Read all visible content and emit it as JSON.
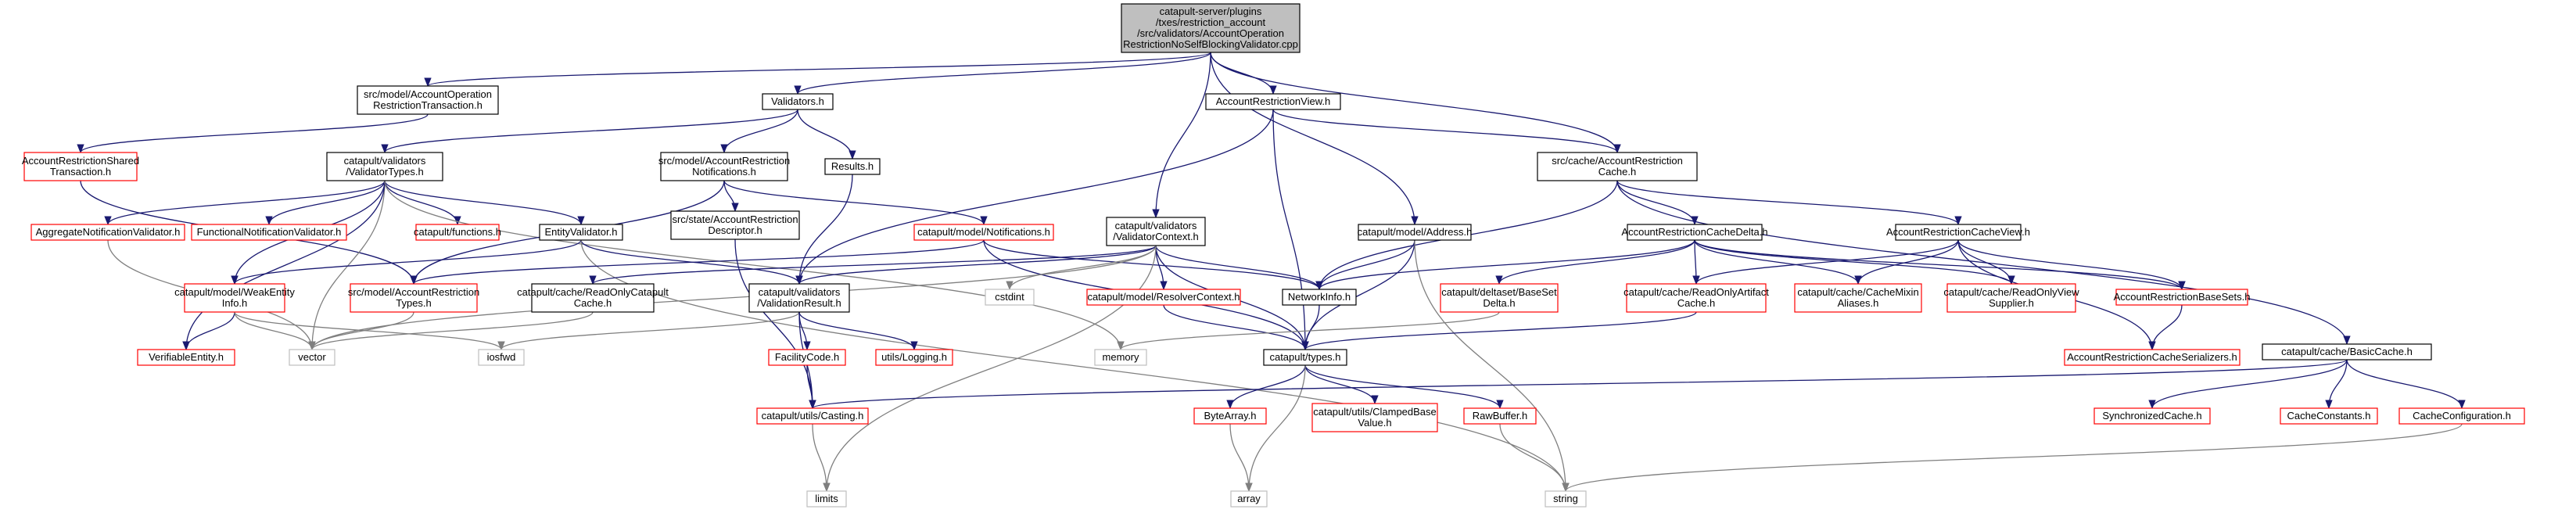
{
  "colors": {
    "edge": "#191970",
    "edge_gray": "#7f7f7f",
    "root_fill": "#bfbfbf",
    "border_black": "#000000",
    "border_red": "#ff0000",
    "border_gray": "#bfbfbf"
  },
  "nodes": [
    {
      "id": "root",
      "lines": [
        "catapult-server/plugins",
        "/txes/restriction_account",
        "/src/validators/AccountOperation",
        "RestrictionNoSelfBlockingValidator.cpp"
      ],
      "style": "root"
    },
    {
      "id": "accopTxn",
      "lines": [
        "src/model/AccountOperation",
        "RestrictionTransaction.h"
      ],
      "style": "black"
    },
    {
      "id": "validators",
      "lines": [
        "Validators.h"
      ],
      "style": "black"
    },
    {
      "id": "arView",
      "lines": [
        "AccountRestrictionView.h"
      ],
      "style": "black"
    },
    {
      "id": "arCache",
      "lines": [
        "src/cache/AccountRestriction",
        "Cache.h"
      ],
      "style": "black"
    },
    {
      "id": "arSharedTxn",
      "lines": [
        "AccountRestrictionShared",
        "Transaction.h"
      ],
      "style": "red"
    },
    {
      "id": "validatorTypes",
      "lines": [
        "catapult/validators",
        "/ValidatorTypes.h"
      ],
      "style": "black"
    },
    {
      "id": "notifications",
      "lines": [
        "src/model/AccountRestriction",
        "Notifications.h"
      ],
      "style": "black"
    },
    {
      "id": "results",
      "lines": [
        "Results.h"
      ],
      "style": "black"
    },
    {
      "id": "aggValidator",
      "lines": [
        "AggregateNotificationValidator.h"
      ],
      "style": "red"
    },
    {
      "id": "funcValidator",
      "lines": [
        "FunctionalNotificationValidator.h"
      ],
      "style": "red"
    },
    {
      "id": "functions",
      "lines": [
        "catapult/functions.h"
      ],
      "style": "red"
    },
    {
      "id": "entityValidator",
      "lines": [
        "EntityValidator.h"
      ],
      "style": "black"
    },
    {
      "id": "stateDescriptor",
      "lines": [
        "src/state/AccountRestriction",
        "Descriptor.h"
      ],
      "style": "black"
    },
    {
      "id": "modelNotifications",
      "lines": [
        "catapult/model/Notifications.h"
      ],
      "style": "red"
    },
    {
      "id": "validatorContext",
      "lines": [
        "catapult/validators",
        "/ValidatorContext.h"
      ],
      "style": "black"
    },
    {
      "id": "modelAddress",
      "lines": [
        "catapult/model/Address.h"
      ],
      "style": "black"
    },
    {
      "id": "arCacheDelta",
      "lines": [
        "AccountRestrictionCacheDelta.h"
      ],
      "style": "black"
    },
    {
      "id": "arCacheView",
      "lines": [
        "AccountRestrictionCacheView.h"
      ],
      "style": "black"
    },
    {
      "id": "weakEntity",
      "lines": [
        "catapult/model/WeakEntity",
        "Info.h"
      ],
      "style": "red"
    },
    {
      "id": "arTypes",
      "lines": [
        "src/model/AccountRestriction",
        "Types.h"
      ],
      "style": "red"
    },
    {
      "id": "validationResult",
      "lines": [
        "catapult/validators",
        "/ValidationResult.h"
      ],
      "style": "black"
    },
    {
      "id": "readOnlyCache",
      "lines": [
        "catapult/cache/ReadOnlyCatapult",
        "Cache.h"
      ],
      "style": "black"
    },
    {
      "id": "cstdint",
      "lines": [
        "cstdint"
      ],
      "style": "gray"
    },
    {
      "id": "resolverContext",
      "lines": [
        "catapult/model/ResolverContext.h"
      ],
      "style": "red"
    },
    {
      "id": "networkInfo",
      "lines": [
        "NetworkInfo.h"
      ],
      "style": "black"
    },
    {
      "id": "baseSetDelta",
      "lines": [
        "catapult/deltaset/BaseSet",
        "Delta.h"
      ],
      "style": "red"
    },
    {
      "id": "readOnlyArtifact",
      "lines": [
        "catapult/cache/ReadOnlyArtifact",
        "Cache.h"
      ],
      "style": "red"
    },
    {
      "id": "cacheMixin",
      "lines": [
        "catapult/cache/CacheMixin",
        "Aliases.h"
      ],
      "style": "red"
    },
    {
      "id": "readOnlyView",
      "lines": [
        "catapult/cache/ReadOnlyView",
        "Supplier.h"
      ],
      "style": "red"
    },
    {
      "id": "arBaseSets",
      "lines": [
        "AccountRestrictionBaseSets.h"
      ],
      "style": "red"
    },
    {
      "id": "verifiableEntity",
      "lines": [
        "VerifiableEntity.h"
      ],
      "style": "red"
    },
    {
      "id": "vector",
      "lines": [
        "vector"
      ],
      "style": "gray"
    },
    {
      "id": "iosfwd",
      "lines": [
        "iosfwd"
      ],
      "style": "gray"
    },
    {
      "id": "facilityCode",
      "lines": [
        "FacilityCode.h"
      ],
      "style": "red"
    },
    {
      "id": "logging",
      "lines": [
        "utils/Logging.h"
      ],
      "style": "red"
    },
    {
      "id": "memory",
      "lines": [
        "memory"
      ],
      "style": "gray"
    },
    {
      "id": "catapultTypes",
      "lines": [
        "catapult/types.h"
      ],
      "style": "black"
    },
    {
      "id": "arCacheSerializers",
      "lines": [
        "AccountRestrictionCacheSerializers.h"
      ],
      "style": "red"
    },
    {
      "id": "basicCache",
      "lines": [
        "catapult/cache/BasicCache.h"
      ],
      "style": "black"
    },
    {
      "id": "casting",
      "lines": [
        "catapult/utils/Casting.h"
      ],
      "style": "red"
    },
    {
      "id": "byteArray",
      "lines": [
        "ByteArray.h"
      ],
      "style": "red"
    },
    {
      "id": "clampedBase",
      "lines": [
        "catapult/utils/ClampedBase",
        "Value.h"
      ],
      "style": "red"
    },
    {
      "id": "rawBuffer",
      "lines": [
        "RawBuffer.h"
      ],
      "style": "red"
    },
    {
      "id": "syncCache",
      "lines": [
        "SynchronizedCache.h"
      ],
      "style": "red"
    },
    {
      "id": "cacheConstants",
      "lines": [
        "CacheConstants.h"
      ],
      "style": "red"
    },
    {
      "id": "cacheConfig",
      "lines": [
        "CacheConfiguration.h"
      ],
      "style": "red"
    },
    {
      "id": "limits",
      "lines": [
        "limits"
      ],
      "style": "gray"
    },
    {
      "id": "array",
      "lines": [
        "array"
      ],
      "style": "gray"
    },
    {
      "id": "string",
      "lines": [
        "string"
      ],
      "style": "gray"
    }
  ]
}
